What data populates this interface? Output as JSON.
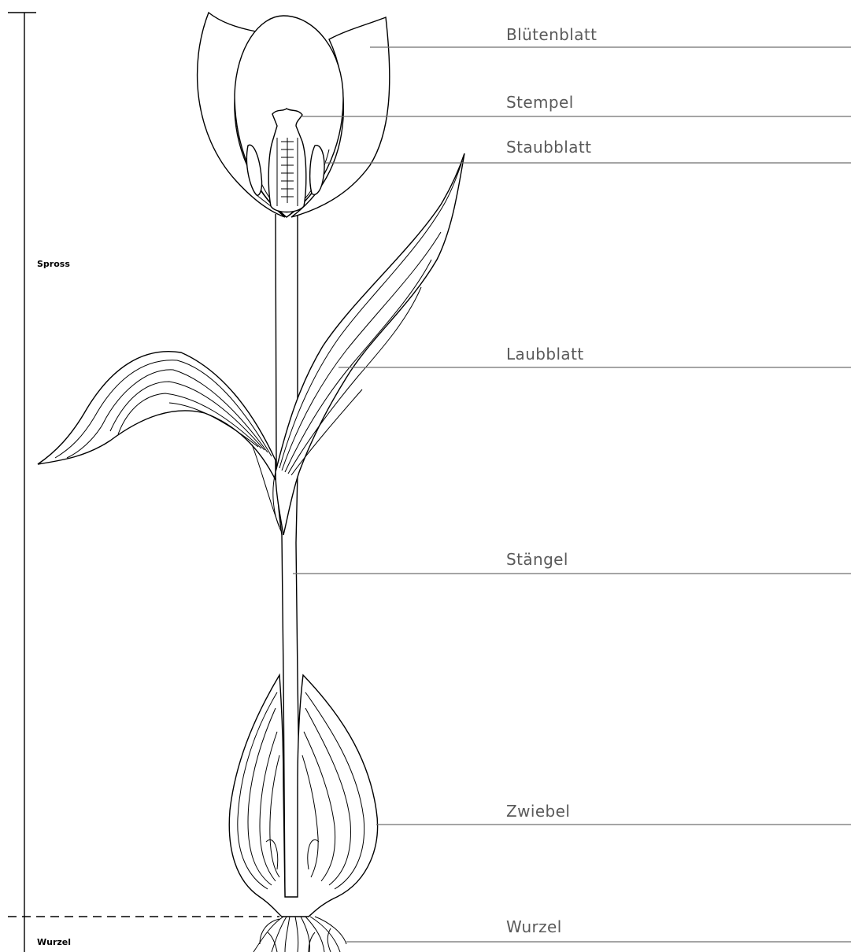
{
  "side_scale": {
    "top_label": "Spross",
    "bottom_label": "Wurzel"
  },
  "labels": [
    {
      "id": "bluetenblatt",
      "text": "Blütenblatt"
    },
    {
      "id": "stempel",
      "text": "Stempel"
    },
    {
      "id": "staubblatt",
      "text": "Staubblatt"
    },
    {
      "id": "laubblatt",
      "text": "Laubblatt"
    },
    {
      "id": "staengel",
      "text": "Stängel"
    },
    {
      "id": "zwiebel",
      "text": "Zwiebel"
    },
    {
      "id": "wurzel",
      "text": "Wurzel"
    }
  ]
}
